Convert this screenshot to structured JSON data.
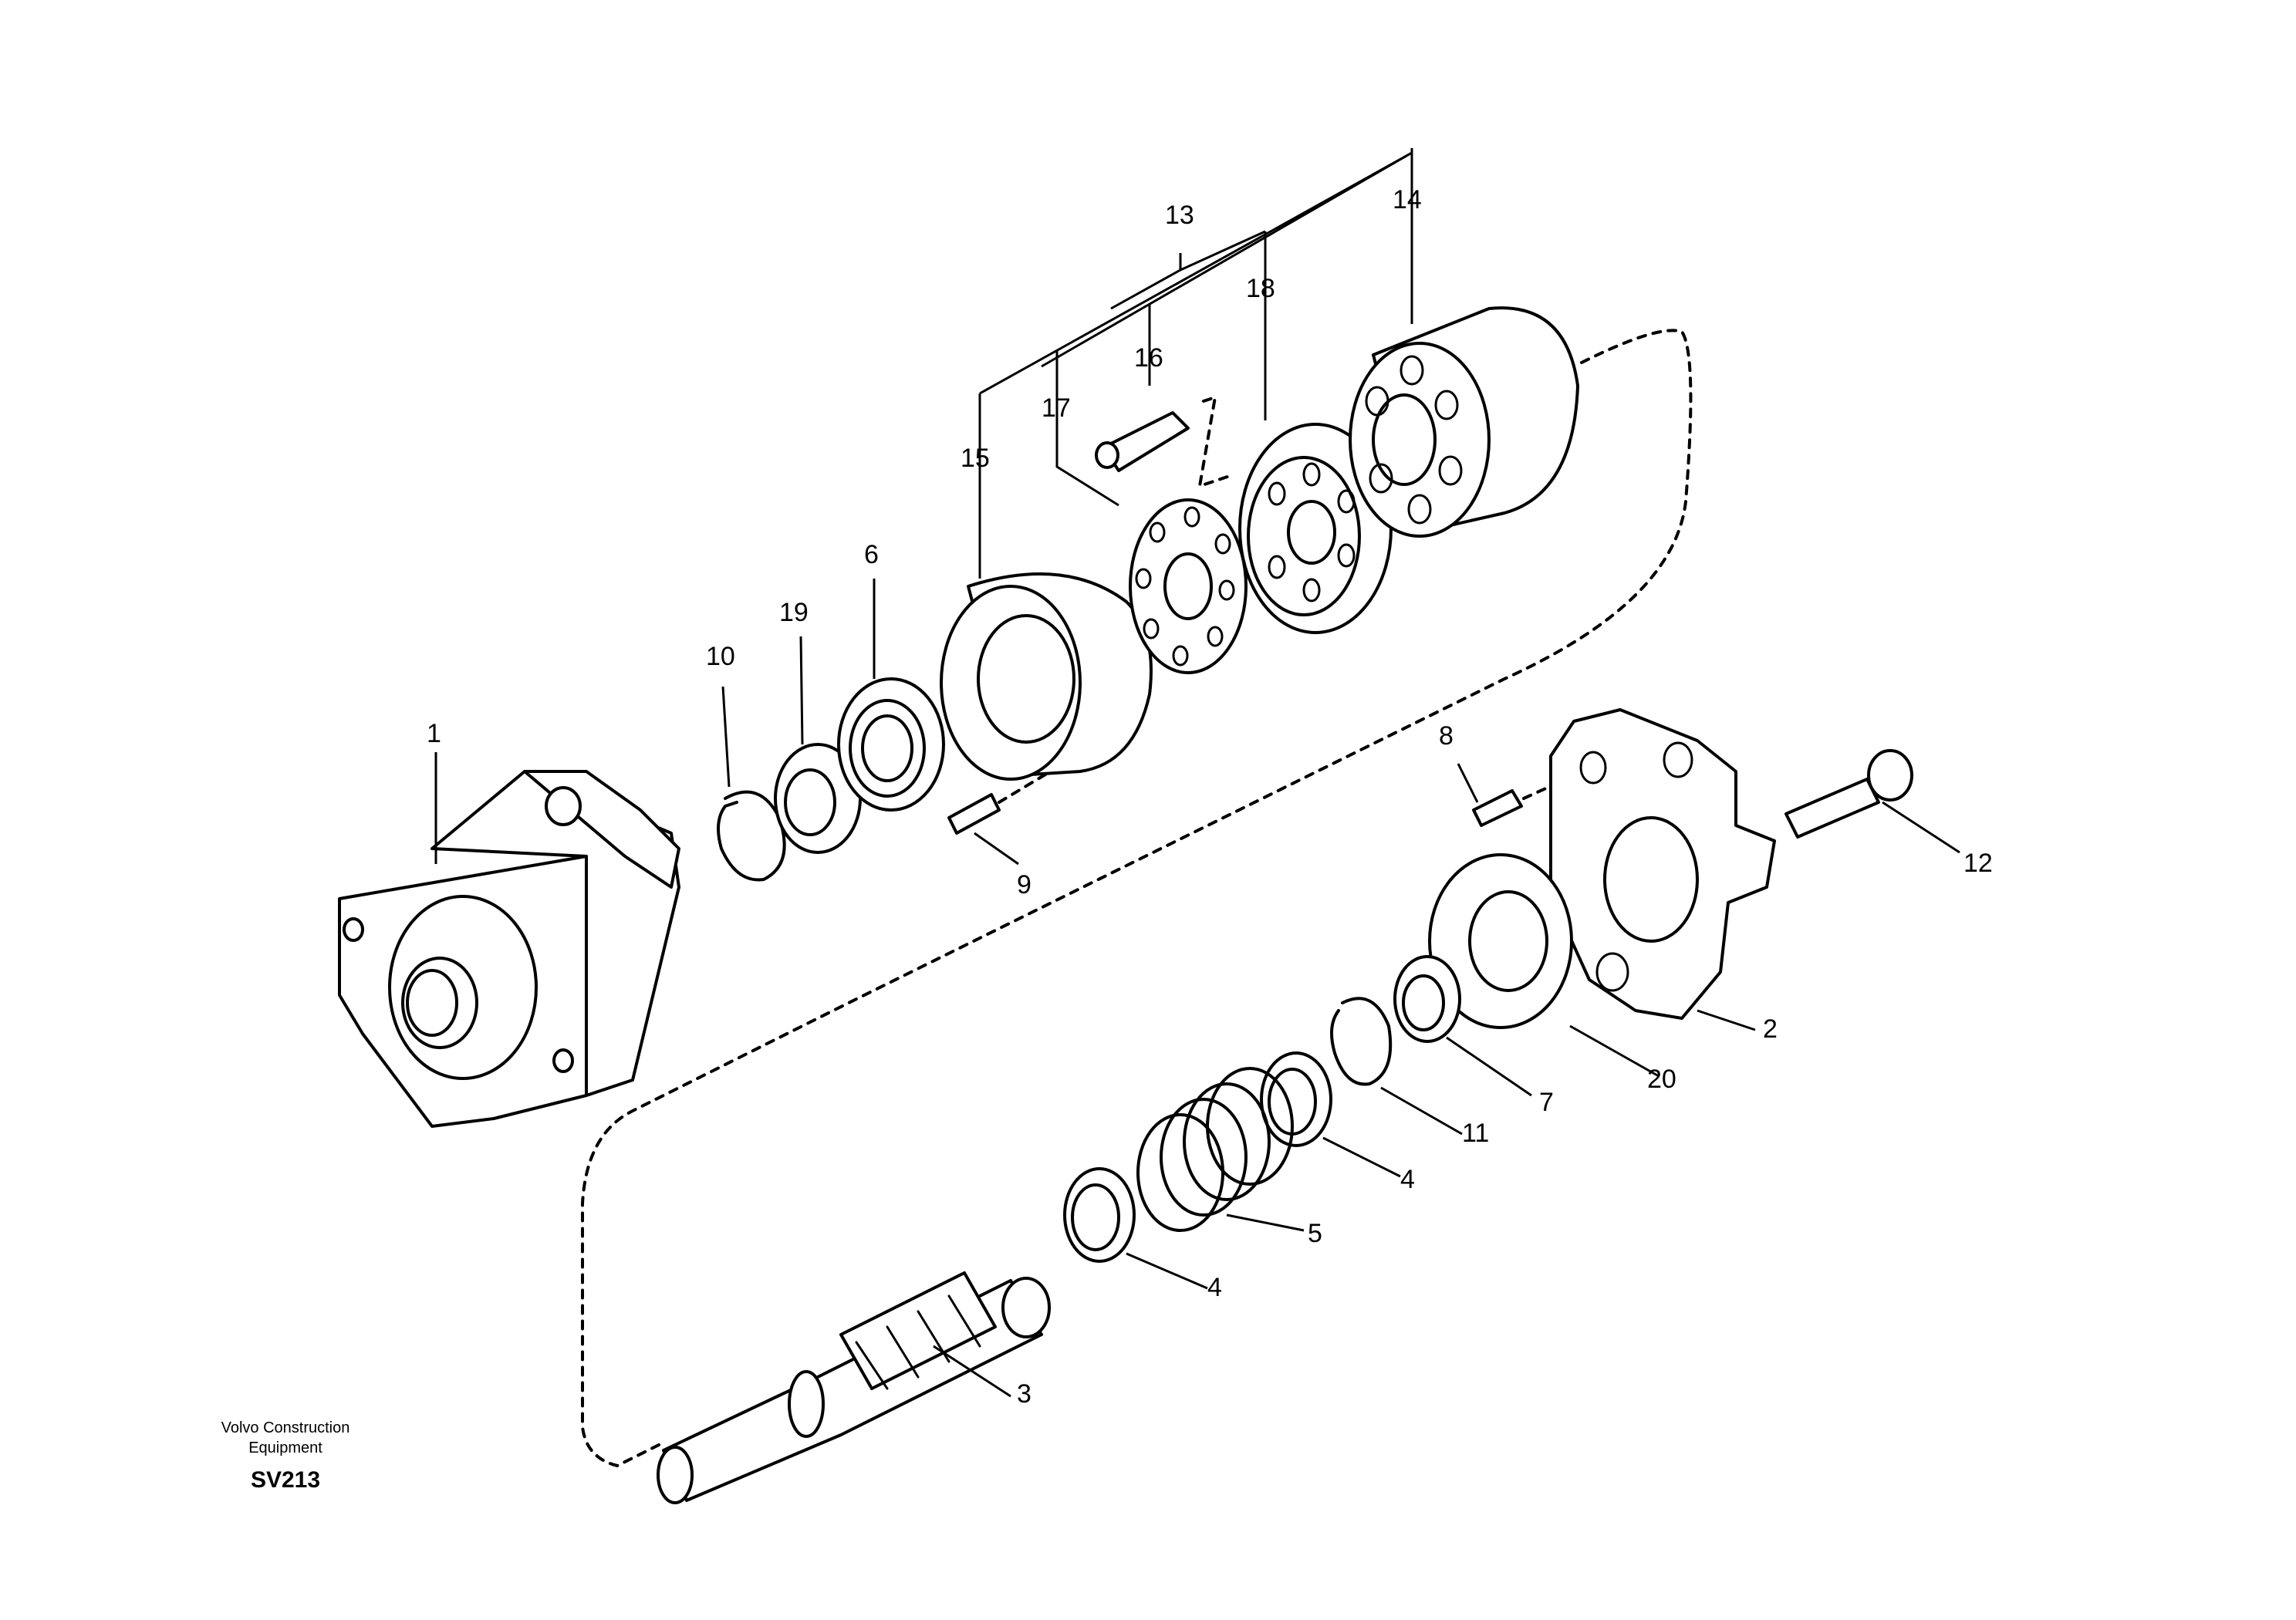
{
  "callouts": {
    "c1": "1",
    "c2": "2",
    "c3": "3",
    "c4a": "4",
    "c4b": "4",
    "c5": "5",
    "c6": "6",
    "c7": "7",
    "c8": "8",
    "c9": "9",
    "c10": "10",
    "c11": "11",
    "c12": "12",
    "c13": "13",
    "c14": "14",
    "c15": "15",
    "c16": "16",
    "c17": "17",
    "c18": "18",
    "c19": "19",
    "c20": "20"
  },
  "footer": {
    "company_line1": "Volvo Construction",
    "company_line2": "Equipment",
    "drawing_code": "SV213"
  }
}
